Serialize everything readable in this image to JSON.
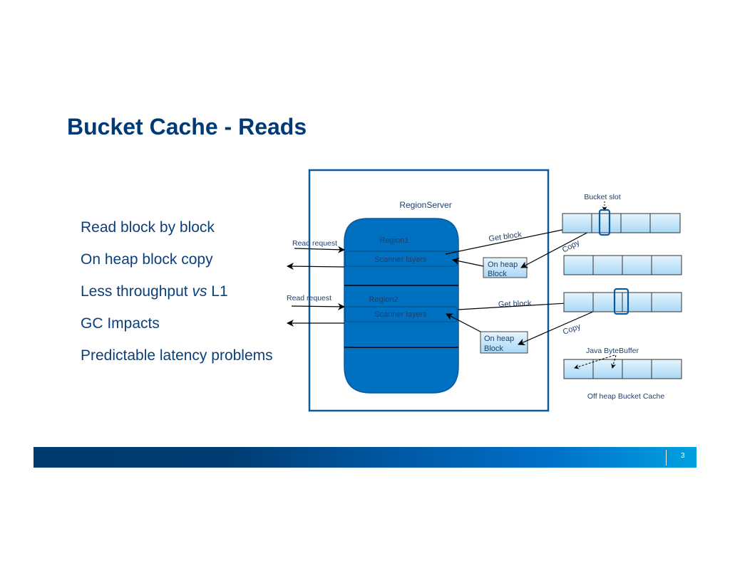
{
  "slide": {
    "title": "Bucket Cache - Reads",
    "page_number": "3"
  },
  "bullets": [
    {
      "text": "Read block by block"
    },
    {
      "text": "On heap block copy"
    },
    {
      "pre": "Less throughput ",
      "em": "vs",
      "post": " L1"
    },
    {
      "text": "GC Impacts"
    },
    {
      "text": "Predictable latency problems"
    }
  ],
  "diagram": {
    "region_server_label": "RegionServer",
    "region1_label": "Region1",
    "region2_label": "Region2",
    "scanner_layers_label": "Scanner layers",
    "read_request_label": "Read request",
    "get_block_label": "Get block",
    "copy_label": "Copy",
    "on_heap_line1": "On heap",
    "on_heap_line2": "Block",
    "bucket_slot_label": "Bucket slot",
    "java_bytebuffer_label": "Java ByteBuffer",
    "off_heap_label": "Off heap Bucket Cache",
    "colors": {
      "region_fill": "#0070c0",
      "border_blue": "#0a5a9c",
      "cell_top": "#e6f4fd",
      "cell_bottom": "#a8d8f5",
      "text_navy": "#1f3f6e"
    }
  }
}
